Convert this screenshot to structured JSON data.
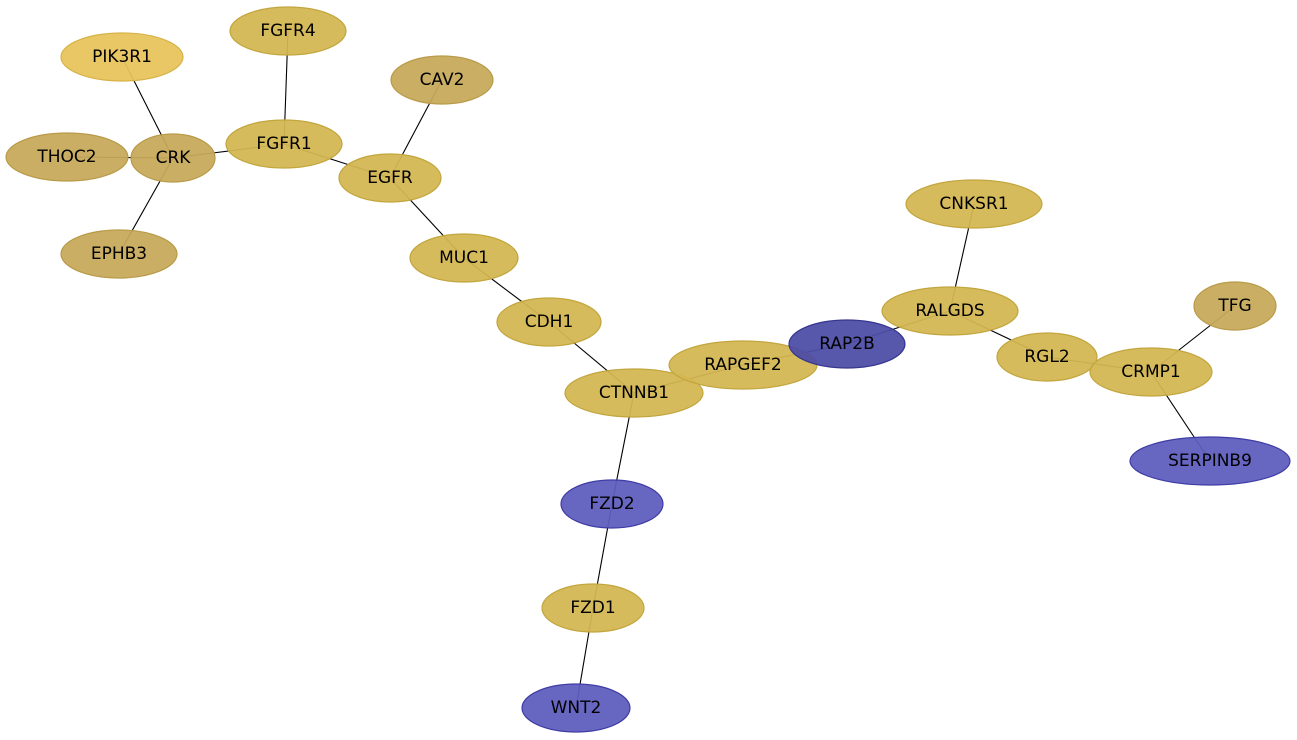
{
  "palette": {
    "gold": "#d3b752",
    "gold_stroke": "#c2a53d",
    "tan": "#c7a95a",
    "tan_stroke": "#b89a48",
    "bright": "#e8c45a",
    "bright_stroke": "#d6b247",
    "blue": "#5e5cbd",
    "blue_stroke": "#3f3da6",
    "navy": "#4d4ca6",
    "navy_stroke": "#36358f"
  },
  "nodes": [
    {
      "id": "PIK3R1",
      "label": "PIK3R1",
      "color": "bright"
    },
    {
      "id": "FGFR4",
      "label": "FGFR4",
      "color": "gold"
    },
    {
      "id": "CAV2",
      "label": "CAV2",
      "color": "tan"
    },
    {
      "id": "THOC2",
      "label": "THOC2",
      "color": "tan"
    },
    {
      "id": "CRK",
      "label": "CRK",
      "color": "tan"
    },
    {
      "id": "FGFR1",
      "label": "FGFR1",
      "color": "gold"
    },
    {
      "id": "EGFR",
      "label": "EGFR",
      "color": "gold"
    },
    {
      "id": "EPHB3",
      "label": "EPHB3",
      "color": "tan"
    },
    {
      "id": "MUC1",
      "label": "MUC1",
      "color": "gold"
    },
    {
      "id": "CDH1",
      "label": "CDH1",
      "color": "gold"
    },
    {
      "id": "CTNNB1",
      "label": "CTNNB1",
      "color": "gold"
    },
    {
      "id": "RAPGEF2",
      "label": "RAPGEF2",
      "color": "gold"
    },
    {
      "id": "RAP2B",
      "label": "RAP2B",
      "color": "navy"
    },
    {
      "id": "CNKSR1",
      "label": "CNKSR1",
      "color": "gold"
    },
    {
      "id": "RALGDS",
      "label": "RALGDS",
      "color": "gold"
    },
    {
      "id": "RGL2",
      "label": "RGL2",
      "color": "gold"
    },
    {
      "id": "TFG",
      "label": "TFG",
      "color": "tan"
    },
    {
      "id": "CRMP1",
      "label": "CRMP1",
      "color": "gold"
    },
    {
      "id": "SERPINB9",
      "label": "SERPINB9",
      "color": "blue"
    },
    {
      "id": "FZD2",
      "label": "FZD2",
      "color": "blue"
    },
    {
      "id": "FZD1",
      "label": "FZD1",
      "color": "gold"
    },
    {
      "id": "WNT2",
      "label": "WNT2",
      "color": "blue"
    }
  ],
  "edges": [
    [
      "PIK3R1",
      "CRK"
    ],
    [
      "THOC2",
      "CRK"
    ],
    [
      "EPHB3",
      "CRK"
    ],
    [
      "CRK",
      "FGFR1"
    ],
    [
      "FGFR4",
      "FGFR1"
    ],
    [
      "FGFR1",
      "EGFR"
    ],
    [
      "CAV2",
      "EGFR"
    ],
    [
      "EGFR",
      "MUC1"
    ],
    [
      "MUC1",
      "CDH1"
    ],
    [
      "CDH1",
      "CTNNB1"
    ],
    [
      "CTNNB1",
      "RAPGEF2"
    ],
    [
      "RAPGEF2",
      "RAP2B"
    ],
    [
      "RAP2B",
      "RALGDS"
    ],
    [
      "CNKSR1",
      "RALGDS"
    ],
    [
      "RALGDS",
      "RGL2"
    ],
    [
      "RGL2",
      "CRMP1"
    ],
    [
      "TFG",
      "CRMP1"
    ],
    [
      "CRMP1",
      "SERPINB9"
    ],
    [
      "CTNNB1",
      "FZD2"
    ],
    [
      "FZD2",
      "FZD1"
    ],
    [
      "FZD1",
      "WNT2"
    ]
  ]
}
